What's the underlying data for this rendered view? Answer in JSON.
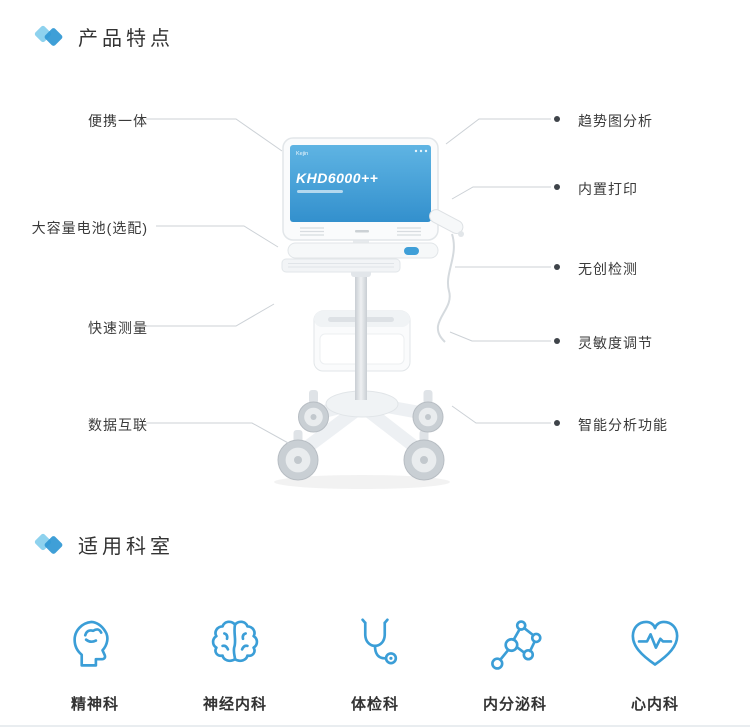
{
  "features": {
    "title": "产品特点",
    "left": [
      {
        "label": "便携一体"
      },
      {
        "label": "大容量电池(选配)"
      },
      {
        "label": "快速测量"
      },
      {
        "label": "数据互联"
      }
    ],
    "right": [
      {
        "label": "趋势图分析"
      },
      {
        "label": "内置打印"
      },
      {
        "label": "无创检测"
      },
      {
        "label": "灵敏度调节"
      },
      {
        "label": "智能分析功能"
      }
    ]
  },
  "device": {
    "model": "KHD6000++",
    "brand": "Kejin"
  },
  "departments": {
    "title": "适用科室",
    "items": [
      {
        "label": "精神科",
        "icon": "head-brain-icon"
      },
      {
        "label": "神经内科",
        "icon": "brain-icon"
      },
      {
        "label": "体检科",
        "icon": "stethoscope-icon"
      },
      {
        "label": "内分泌科",
        "icon": "molecule-icon"
      },
      {
        "label": "心内科",
        "icon": "heart-pulse-icon"
      }
    ]
  },
  "colors": {
    "accent": "#2f97d4",
    "accent_light": "#8ed2ee",
    "text": "#333333",
    "connector_line": "#ccd1d6",
    "connector_dot": "#3f444a"
  }
}
